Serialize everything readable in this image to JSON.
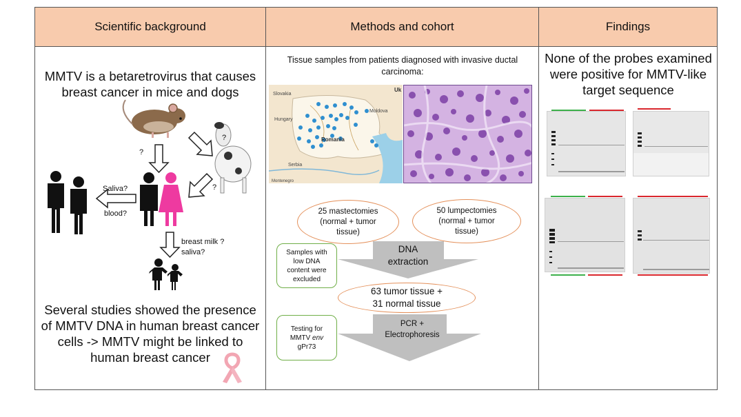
{
  "headers": {
    "background": "Scientific background",
    "methods": "Methods and cohort",
    "findings": "Findings"
  },
  "background": {
    "intro_line1": "MMTV is a betaretrovirus that causes",
    "intro_line2": "breast cancer in mice and dogs",
    "q_mouse_dog": "?",
    "q_mouse_human": "?",
    "q_dog_human": "?",
    "saliva": "Saliva?",
    "blood": "blood?",
    "breast_milk": "breast milk ?",
    "saliva_child": "saliva?",
    "conclusion_line1": "Several studies showed the presence",
    "conclusion_line2": "of MMTV DNA in human breast cancer",
    "conclusion_line3": "cells -> MMTV might be linked to",
    "conclusion_line4": "human breast cancer"
  },
  "methods": {
    "intro_line1": "Tissue samples from patients diagnosed with invasive ductal",
    "intro_line2": "carcinoma:",
    "map_labels": {
      "slovakia": "Slovakia",
      "hungary": "Hungary",
      "moldova": "Moldova",
      "romania": "Romania",
      "serbia": "Serbia",
      "montenegro": "Montenegro",
      "uk": "Uk"
    },
    "mastectomies_line1": "25 mastectomies",
    "mastectomies_line2": "(normal + tumor",
    "mastectomies_line3": "tissue)",
    "lumpectomies_line1": "50  lumpectomies",
    "lumpectomies_line2": "(normal + tumor",
    "lumpectomies_line3": "tissue)",
    "dna_line1": "DNA",
    "dna_line2": "extraction",
    "excluded_line1": "Samples with",
    "excluded_line2": "low DNA",
    "excluded_line3": "content were",
    "excluded_line4": "excluded",
    "samples_line1": "63 tumor tissue +",
    "samples_line2": "31 normal tissue",
    "pcr_line1": "PCR +",
    "pcr_line2": "Electrophoresis",
    "testing_line1": "Testing for",
    "testing_line2_prefix": "MMTV ",
    "testing_line2_italic": "env",
    "testing_line3": "gPr73"
  },
  "findings": {
    "text_line1": "None of the probes examined",
    "text_line2": "were positive for  MMTV-like",
    "text_line3": "target sequence"
  },
  "colors": {
    "header_bg": "#f8cbad",
    "oval_border": "#e4905a",
    "box_border": "#6fae47",
    "arrow_fill": "#bfbfbf",
    "pin": "#3aa0d8",
    "pink": "#ee3aa0",
    "gel_green": "#3cb04a",
    "gel_red": "#d9262c"
  }
}
